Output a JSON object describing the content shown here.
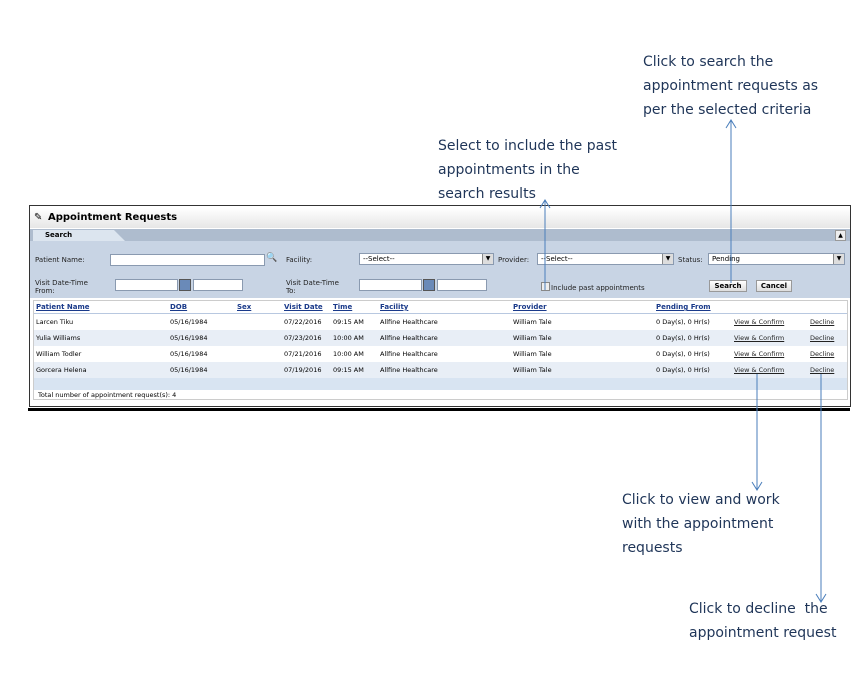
{
  "annotations": {
    "search": "Click to search the\nappointment requests as\nper the selected criteria",
    "past": "Select to include the past\nappointments in the\nsearch results",
    "view": "Click to view and work\nwith the appointment\nrequests",
    "decline": "Click to decline  the\nappointment request"
  },
  "panel": {
    "title": "Appointment Requests",
    "tab": "Search"
  },
  "form": {
    "patient_name_label": "Patient Name:",
    "patient_name_value": "",
    "facility_label": "Facility:",
    "facility_value": "--Select--",
    "provider_label": "Provider:",
    "provider_value": "--Select--",
    "status_label": "Status:",
    "status_value": "Pending",
    "from_label": "Visit Date-Time\nFrom:",
    "to_label": "Visit Date-Time\nTo:",
    "include_past_label": "Include past appointments",
    "include_past_checked": false,
    "search_button": "Search",
    "cancel_button": "Cancel"
  },
  "table": {
    "headers": [
      "Patient Name",
      "DOB",
      "Sex",
      "Visit Date",
      "Time",
      "Facility",
      "Provider",
      "Pending From"
    ],
    "rows": [
      {
        "name": "Larcen Tiku",
        "dob": "05/16/1984",
        "sex": "",
        "date": "07/22/2016",
        "time": "09:15 AM",
        "facility": "Allfine Healthcare",
        "provider": "William Tale",
        "pending": "0 Day(s), 0 Hr(s)",
        "view": "View & Confirm",
        "decline": "Decline"
      },
      {
        "name": "Yulia Williams",
        "dob": "05/16/1984",
        "sex": "",
        "date": "07/23/2016",
        "time": "10:00 AM",
        "facility": "Allfine Healthcare",
        "provider": "William Tale",
        "pending": "0 Day(s), 0 Hr(s)",
        "view": "View & Confirm",
        "decline": "Decline"
      },
      {
        "name": "William Todler",
        "dob": "05/16/1984",
        "sex": "",
        "date": "07/21/2016",
        "time": "10:00 AM",
        "facility": "Allfine Healthcare",
        "provider": "William Tale",
        "pending": "0 Day(s), 0 Hr(s)",
        "view": "View & Confirm",
        "decline": "Decline"
      },
      {
        "name": "Gorcera Helena",
        "dob": "05/16/1984",
        "sex": "",
        "date": "07/19/2016",
        "time": "09:15 AM",
        "facility": "Allfine Healthcare",
        "provider": "William Tale",
        "pending": "0 Day(s), 0 Hr(s)",
        "view": "View & Confirm",
        "decline": "Decline"
      }
    ],
    "total": "Total number of appointment request(s): 4"
  },
  "colors": {
    "arrow": "#4a7ebb",
    "form_bg": "#c8d4e4",
    "alt_row": "#e8eef6"
  }
}
